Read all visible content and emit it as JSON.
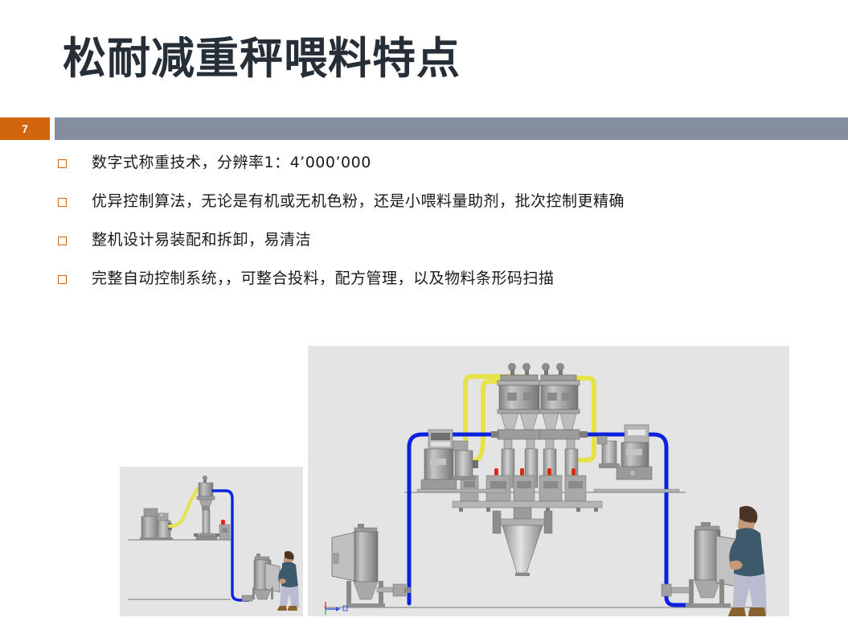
{
  "slide": {
    "title": "松耐减重秤喂料特点",
    "number": "7",
    "accent_color": "#d2660e",
    "bar_color": "#848e9e",
    "title_color": "#262f38",
    "bullets": [
      "数字式称重技术，分辨率1：4’000’000",
      "优异控制算法，无论是有机或无机色粉，还是小喂料量助剂，批次控制更精确",
      "整机设计易装配和拆卸，易清洁",
      "完整自动控制系统，，可整合投料，配方管理，以及物料条形码扫描"
    ]
  },
  "figures": {
    "small": {
      "caption": "single-station-loss-in-weight-feeder-render",
      "background": "#e4e4e4",
      "pipe_blue": "#0d22e0",
      "pipe_yellow": "#e6e24a",
      "metal_light": "#b8b8b8",
      "metal_mid": "#9a9a9a",
      "metal_dark": "#7d7d7d",
      "operator_shirt": "#3d5a6c",
      "operator_pants": "#b9bcd0",
      "operator_shoe": "#8a6230",
      "operator_hair": "#4a3425"
    },
    "large": {
      "caption": "multi-station-loss-in-weight-feeder-system-render",
      "background": "#e4e4e4",
      "pipe_blue": "#0d22e0",
      "pipe_yellow": "#e6e24a",
      "metal_light": "#b8b8b8",
      "metal_mid": "#9a9a9a",
      "metal_dark": "#7d7d7d",
      "alarm_red": "#d92b1c",
      "operator_shirt": "#3d5a6c",
      "operator_pants": "#b9bcd0",
      "operator_shoe": "#8a6230",
      "operator_hair": "#4a3425",
      "axis_x_color": "#d63b2a",
      "axis_y_color": "#2db34a",
      "axis_z_color": "#3a55d8"
    }
  }
}
